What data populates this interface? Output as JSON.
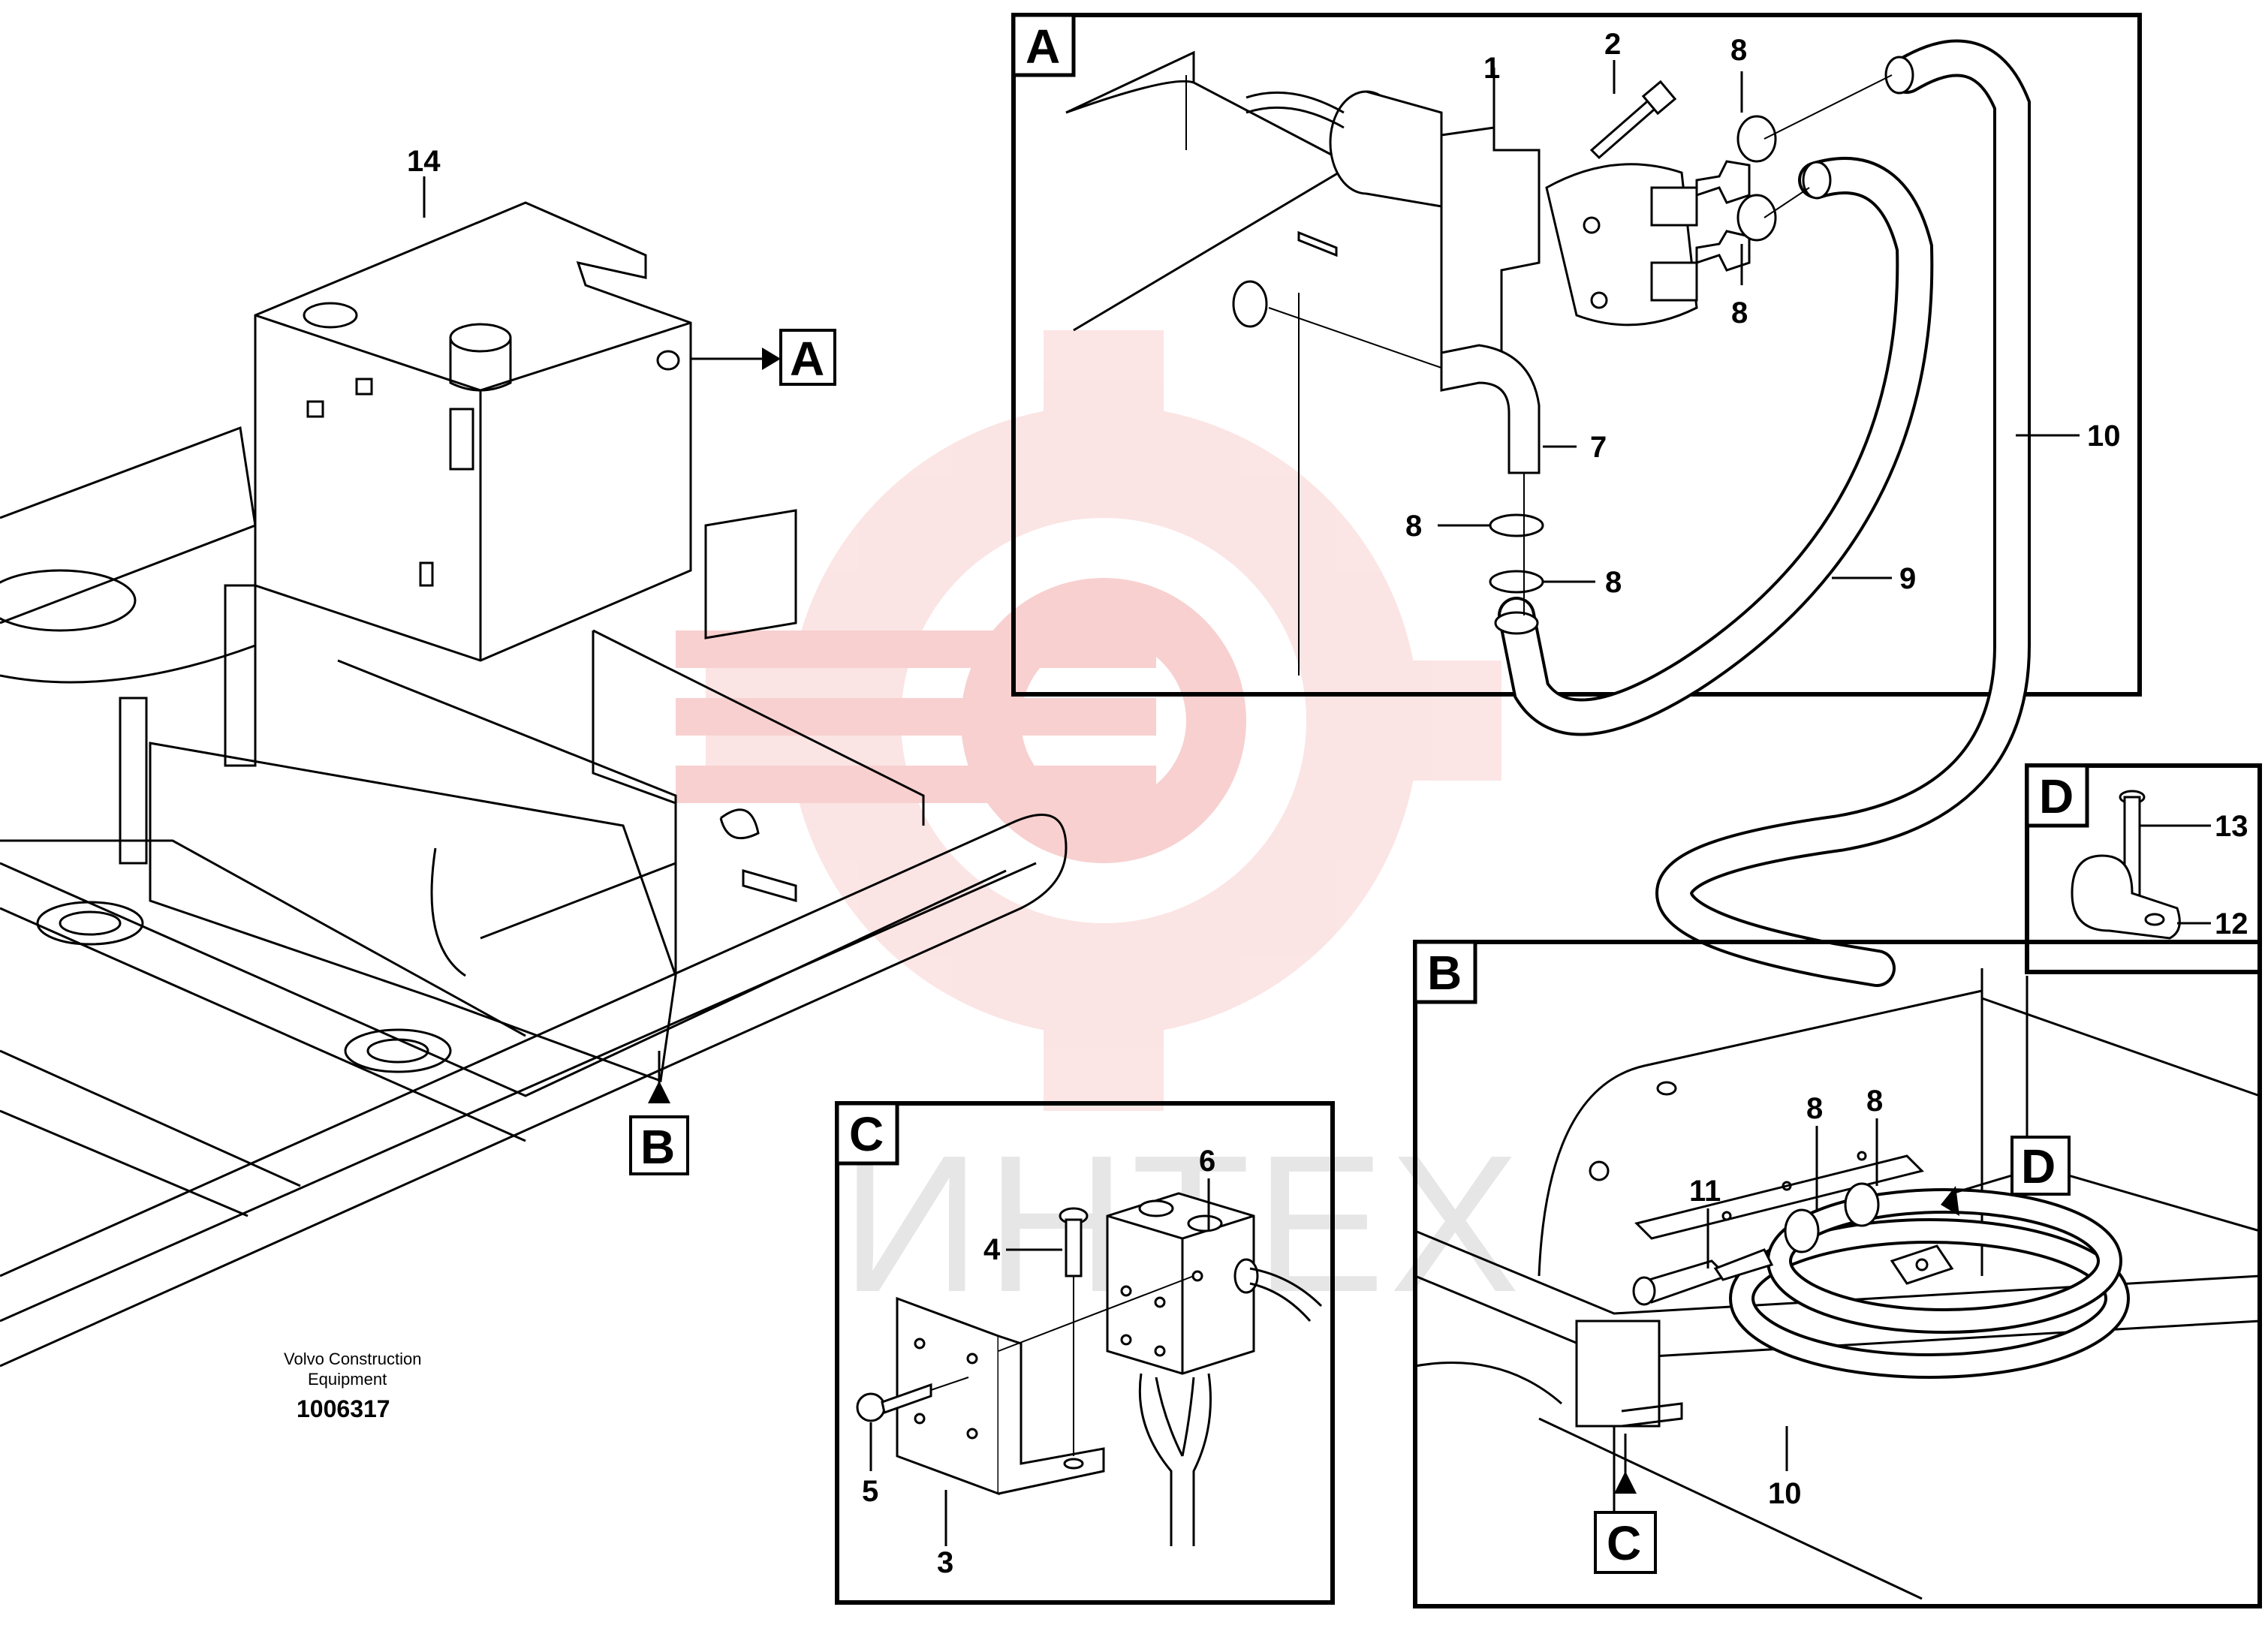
{
  "callouts": {
    "n1": "1",
    "n2": "2",
    "n3": "3",
    "n4": "4",
    "n5": "5",
    "n6": "6",
    "n7": "7",
    "n8": "8",
    "n9": "9",
    "n10": "10",
    "n11": "11",
    "n12": "12",
    "n13": "13",
    "n14": "14"
  },
  "views": {
    "a": "A",
    "b": "B",
    "c": "C",
    "d": "D"
  },
  "footer": {
    "company_line1": "Volvo Construction",
    "company_line2": "Equipment",
    "drawing_number": "1006317"
  },
  "watermark": {
    "text": "ИНТЕХ",
    "color": "#f7c8c8"
  },
  "colors": {
    "line": "#000000",
    "watermark_logo": "#f8d2d2"
  }
}
